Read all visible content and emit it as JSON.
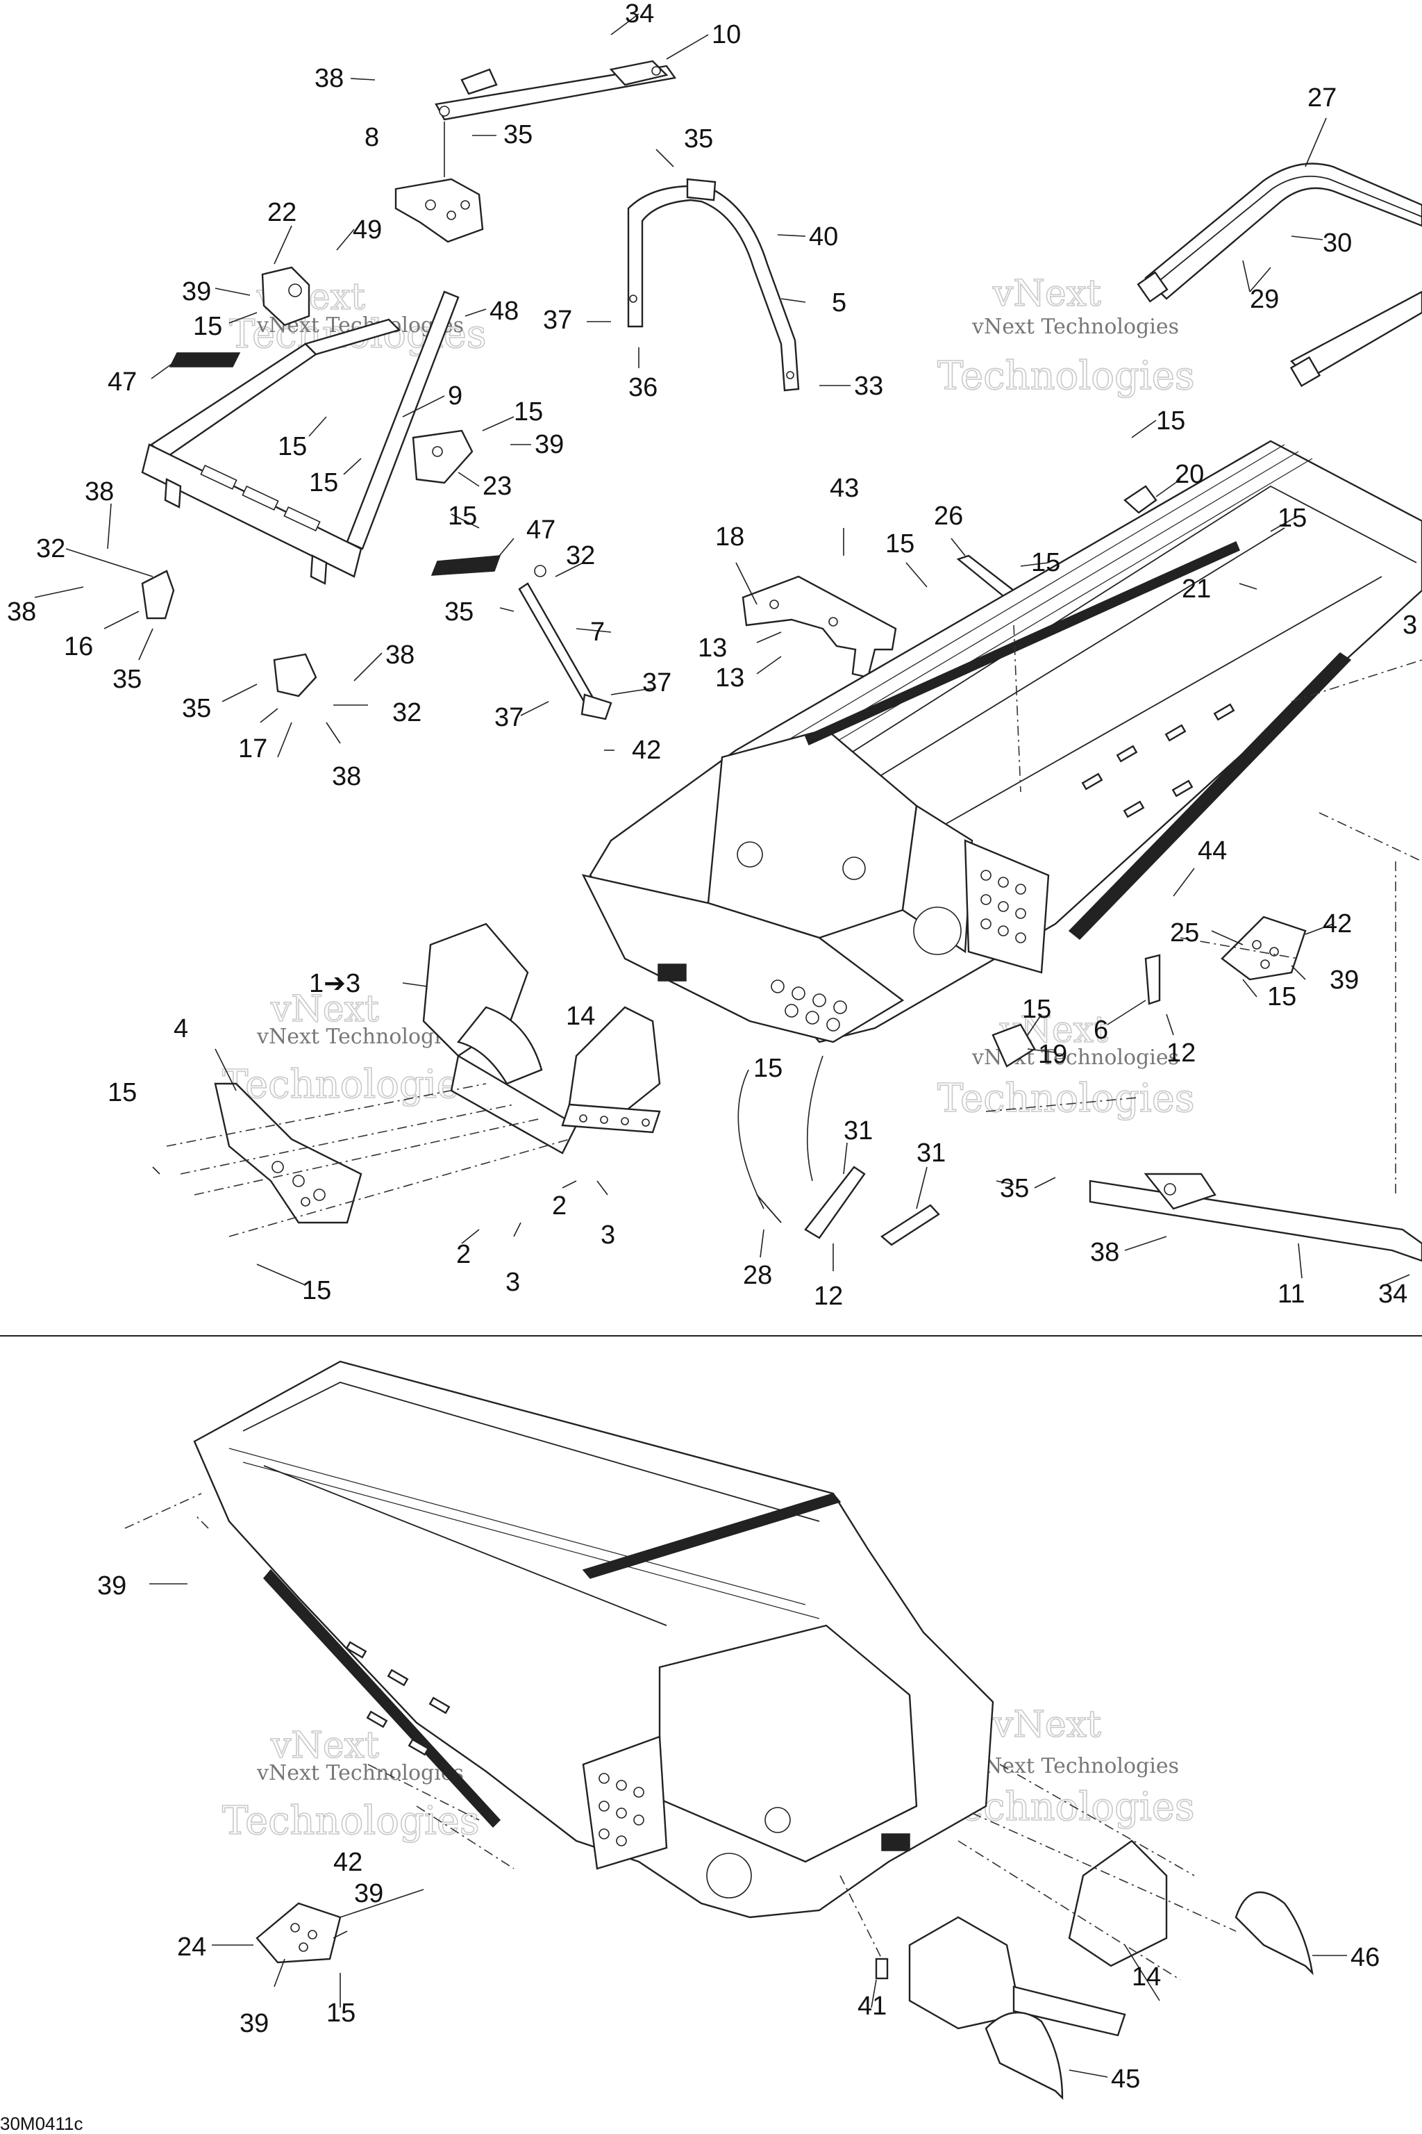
{
  "diagram": {
    "drawing_code": "30M0411c",
    "watermark_line1": "vNext Technologies",
    "watermark_line2": "vNext",
    "watermark_line3": "Technologies",
    "callouts": {
      "c34a": "34",
      "c10": "10",
      "c38a": "38",
      "c35a": "35",
      "c8": "8",
      "c35b": "35",
      "c40": "40",
      "c5": "5",
      "c37a": "37",
      "c36": "36",
      "c33": "33",
      "c27": "27",
      "c30": "30",
      "c29": "29",
      "c22": "22",
      "c49": "49",
      "c39a": "39",
      "c15a": "15",
      "c48": "48",
      "c47a": "47",
      "c9": "9",
      "c15b": "15",
      "c15c": "15",
      "c39b": "39",
      "c15d": "15",
      "c23": "23",
      "c15e": "15",
      "c47b": "47",
      "c38b": "38",
      "c32a": "32",
      "c38c": "38",
      "c16": "16",
      "c35c": "35",
      "c32b": "32",
      "c35d": "35",
      "c7": "7",
      "c37b": "37",
      "c37c": "37",
      "c42a": "42",
      "c38d": "38",
      "c35e": "35",
      "c32c": "32",
      "c17": "17",
      "c38e": "38",
      "c43": "43",
      "c18": "18",
      "c26": "26",
      "c15f": "15",
      "c15g": "15",
      "c13a": "13",
      "c13b": "13",
      "c15h": "15",
      "c20": "20",
      "c15i": "15",
      "c21": "21",
      "c3tr": "3",
      "c44": "44",
      "c25": "25",
      "c42b": "42",
      "c39c": "39",
      "c15j": "15",
      "c1to3": "1➔3",
      "c14a": "14",
      "c4": "4",
      "c15k": "15",
      "c15l": "15",
      "c2a": "2",
      "c3a": "3",
      "c2b": "2",
      "c3b": "3",
      "c15m": "15",
      "c15n": "15",
      "c19": "19",
      "c6": "6",
      "c12a": "12",
      "c31a": "31",
      "c31b": "31",
      "c28": "28",
      "c12b": "12",
      "c35f": "35",
      "c38f": "38",
      "c11": "11",
      "c34b": "34",
      "c39d": "39",
      "c42c": "42",
      "c39e": "39",
      "c24": "24",
      "c39f": "39",
      "c15o": "15",
      "c41": "41",
      "c14b": "14",
      "c46": "46",
      "c45": "45"
    }
  }
}
